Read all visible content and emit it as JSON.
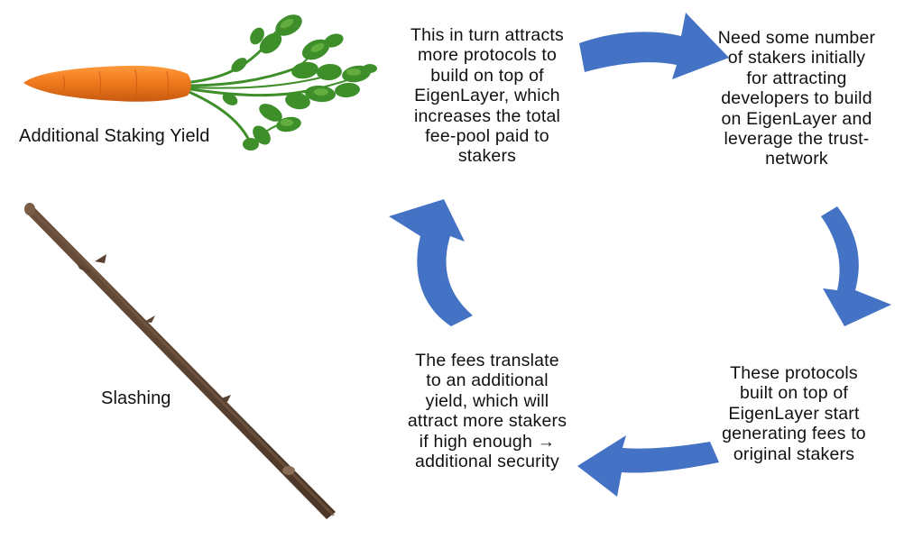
{
  "labels": {
    "carrot": "Additional Staking Yield",
    "stick": "Slashing"
  },
  "cycle": {
    "top_left": "This in turn attracts\nmore protocols to\nbuild on top of\nEigenLayer, which\nincreases the total\nfee-pool paid to\nstakers",
    "top_right": "Need some number\nof stakers initially\nfor attracting\ndevelopers to build\non EigenLayer and\nleverage  the trust-\nnetwork",
    "bottom_right": "These protocols\nbuilt on top of\nEigenLayer start\ngenerating fees to\noriginal stakers",
    "bottom_left": "The fees translate\nto an additional\nyield, which will\nattract more stakers\nif high enough →\nadditional security"
  },
  "colors": {
    "arrow": "#4472C4",
    "carrot": "#F07A1E",
    "leaves": "#3E8E2A",
    "stick": "#5A4232",
    "text": "#111111"
  }
}
